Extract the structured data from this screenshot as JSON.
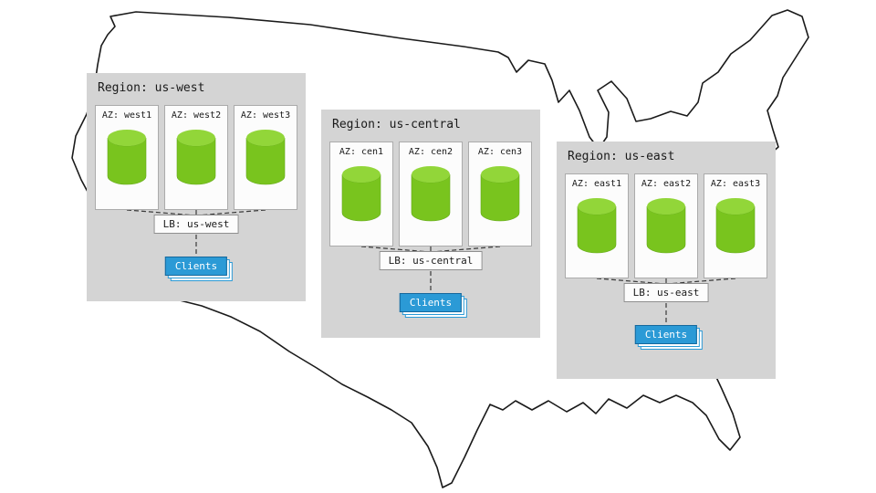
{
  "regions": [
    {
      "title": "Region: us-west",
      "azs": [
        {
          "label": "AZ: west1",
          "icon": "database-cylinder"
        },
        {
          "label": "AZ: west2",
          "icon": "database-cylinder"
        },
        {
          "label": "AZ: west3",
          "icon": "database-cylinder"
        }
      ],
      "lb_label": "LB: us-west",
      "clients_label": "Clients"
    },
    {
      "title": "Region: us-central",
      "azs": [
        {
          "label": "AZ: cen1",
          "icon": "database-cylinder"
        },
        {
          "label": "AZ: cen2",
          "icon": "database-cylinder"
        },
        {
          "label": "AZ: cen3",
          "icon": "database-cylinder"
        }
      ],
      "lb_label": "LB: us-central",
      "clients_label": "Clients"
    },
    {
      "title": "Region: us-east",
      "azs": [
        {
          "label": "AZ: east1",
          "icon": "database-cylinder"
        },
        {
          "label": "AZ: east2",
          "icon": "database-cylinder"
        },
        {
          "label": "AZ: east3",
          "icon": "database-cylinder"
        }
      ],
      "lb_label": "LB: us-east",
      "clients_label": "Clients"
    }
  ],
  "colors": {
    "region_bg": "#d4d4d4",
    "az_bg": "#fcfcfc",
    "db_green": "#79c41e",
    "db_green_top": "#92d639",
    "clients_blue": "#2b9ad6",
    "outline": "#1a1a1a"
  }
}
